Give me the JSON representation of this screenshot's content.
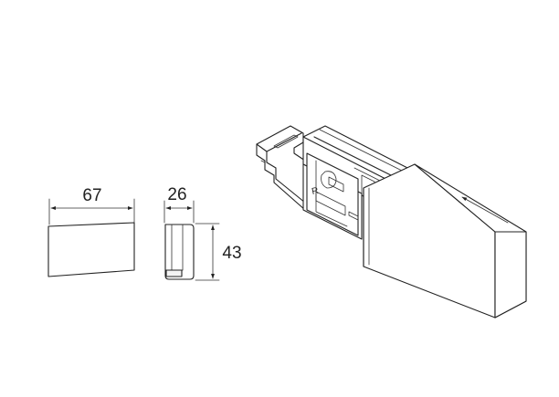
{
  "dimensions": {
    "width_front": "67",
    "depth_side": "26",
    "height_side": "43"
  },
  "part_marking": "R",
  "colors": {
    "line": "#222222",
    "background": "#ffffff"
  }
}
